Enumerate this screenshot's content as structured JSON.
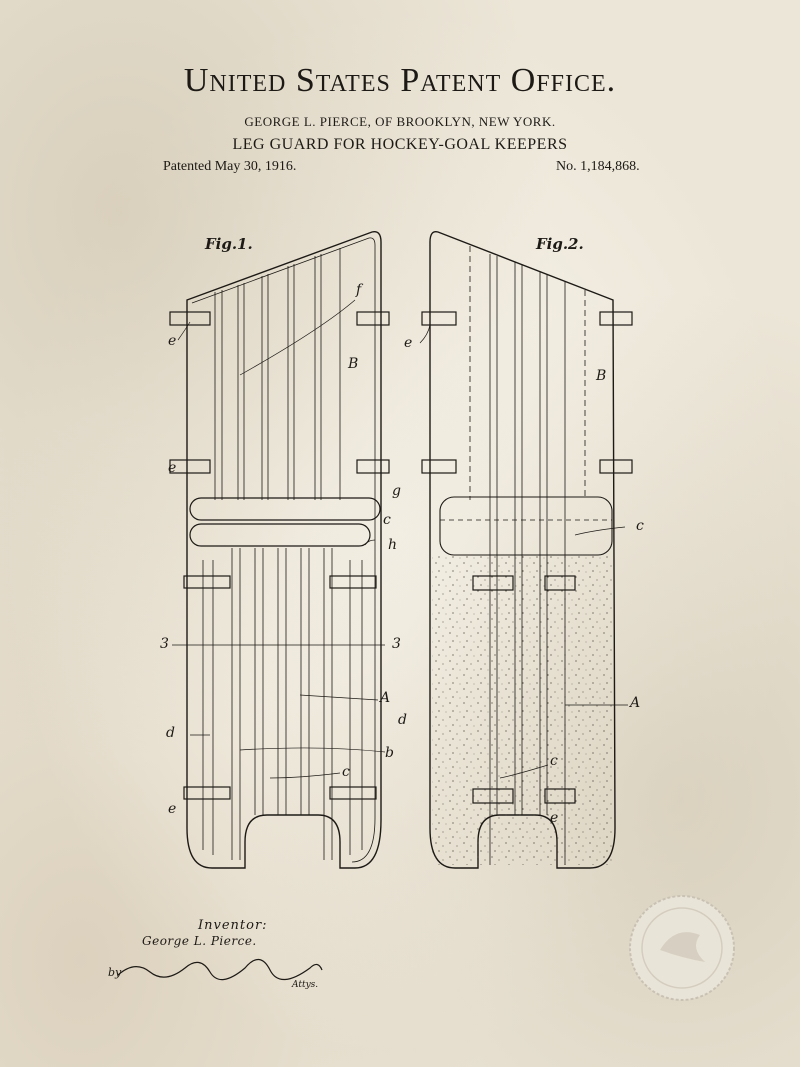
{
  "header": {
    "office": "United States Patent Office.",
    "inventor_line": "GEORGE L. PIERCE, OF BROOKLYN, NEW YORK.",
    "title": "LEG GUARD FOR HOCKEY-GOAL KEEPERS",
    "patented": "Patented  May 30, 1916.",
    "number": "No. 1,184,868."
  },
  "figures": {
    "fig1_label": "Fig.1.",
    "fig2_label": "Fig.2.",
    "fig1_refs": [
      "e",
      "f",
      "B",
      "e",
      "g",
      "c",
      "h",
      "3",
      "3",
      "A",
      "d",
      "d",
      "b",
      "c",
      "e"
    ],
    "fig2_refs": [
      "e",
      "B",
      "c",
      "A",
      "c",
      "e"
    ]
  },
  "footer": {
    "inventor_title": "Inventor:",
    "inventor_name": "George L. Pierce.",
    "attorney_prefix": "by",
    "attorney_suffix": "Attys."
  }
}
